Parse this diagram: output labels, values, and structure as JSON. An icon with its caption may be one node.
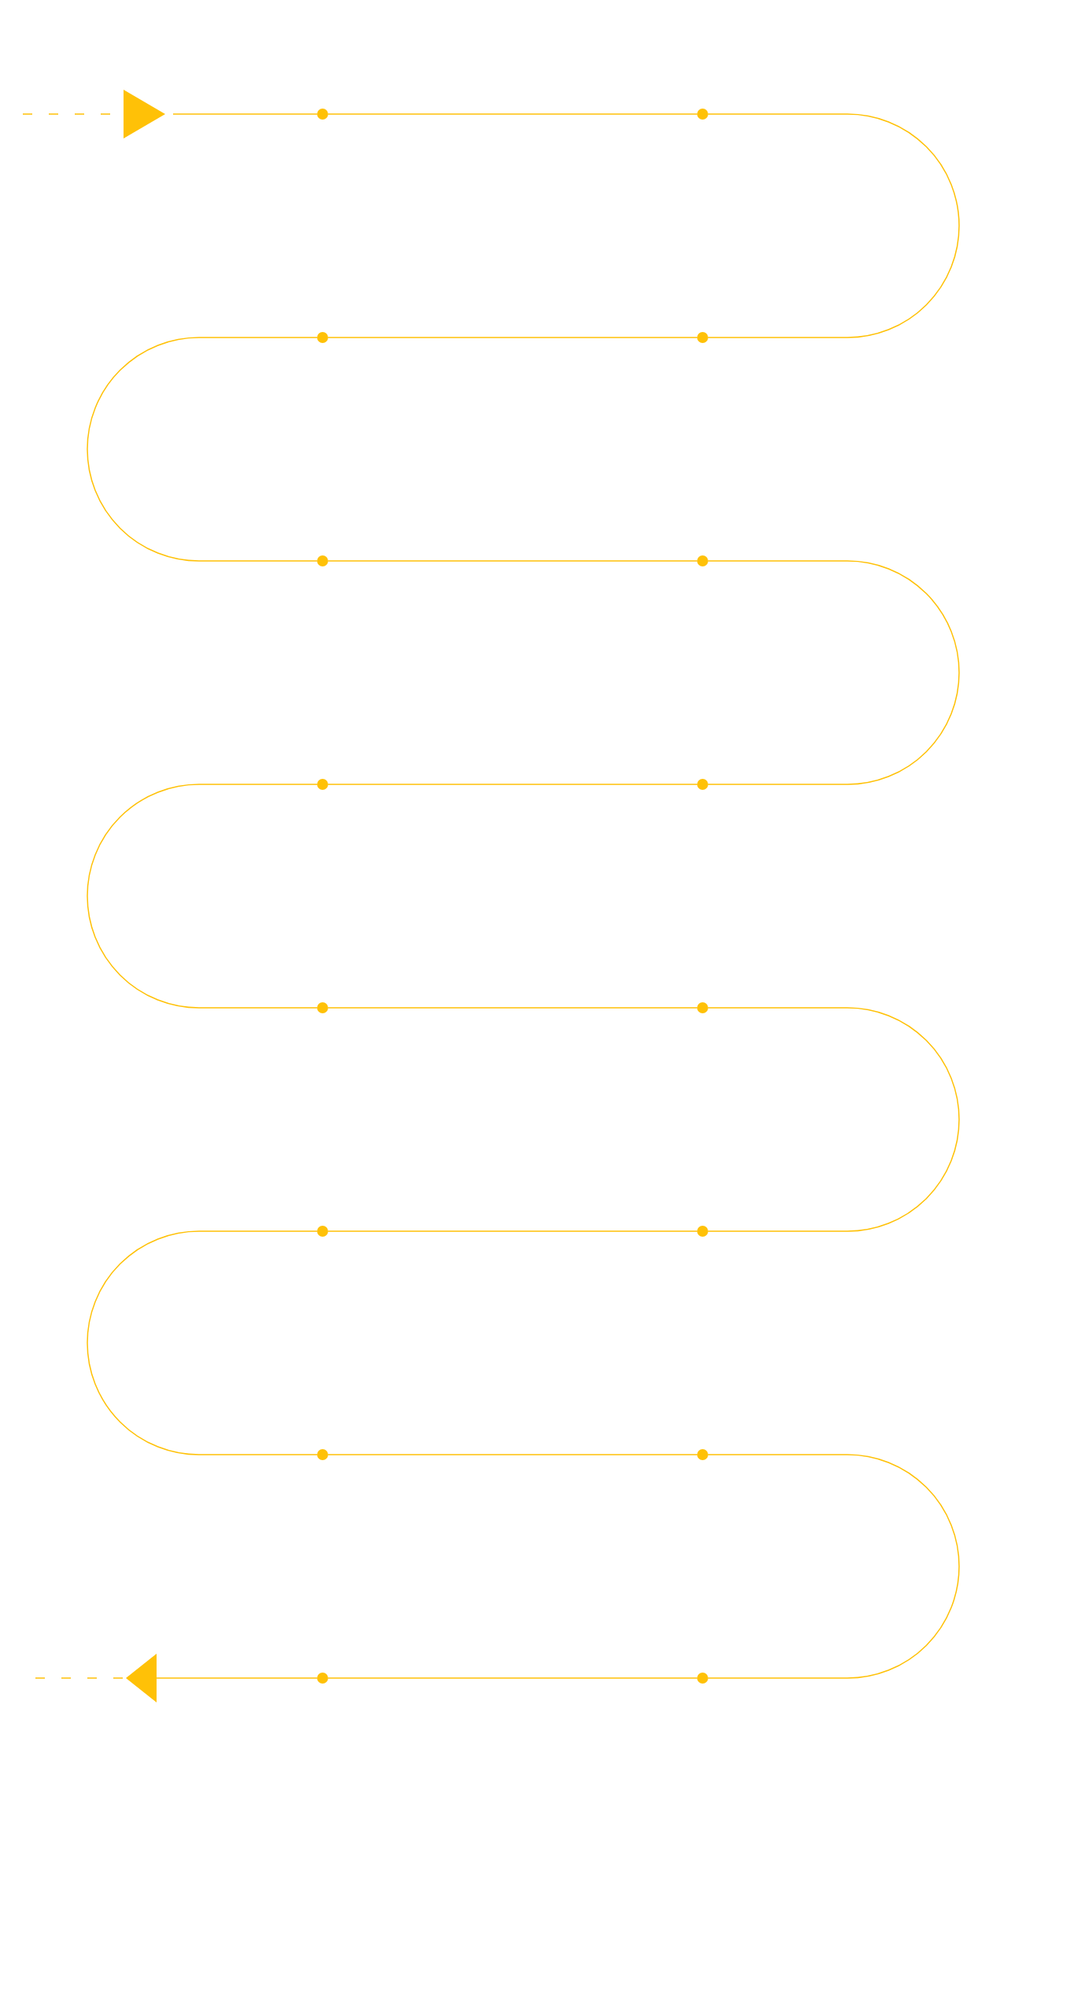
{
  "diagram": {
    "nodes": [
      {
        "text": [],
        "shape": "triangle"
      },
      {
        "text": [],
        "shape": "circle"
      },
      {
        "text": [],
        "shape": "circle"
      },
      {
        "text": [],
        "shape": "circle"
      },
      {
        "text": [],
        "shape": "circle"
      },
      {
        "text": [],
        "shape": "circle"
      },
      {
        "text": [],
        "shape": "circle"
      },
      {
        "text": [],
        "shape": "circle"
      },
      {
        "text": [],
        "shape": "circle"
      },
      {
        "text": [],
        "shape": "circle"
      },
      {
        "text": [],
        "shape": "circle"
      },
      {
        "text": [],
        "shape": "circle"
      },
      {
        "text": [],
        "shape": "circle"
      },
      {
        "text": [],
        "shape": "circle"
      },
      {
        "text": [],
        "shape": "circle"
      },
      {
        "text": [],
        "shape": "circle"
      },
      {
        "text": [],
        "shape": "circle"
      },
      {
        "text": [],
        "shape": "triangle"
      }
    ],
    "edges": [
      {
        "from": null,
        "to": 0,
        "arrow": "none",
        "style": "dashed"
      },
      {
        "from": 0,
        "to": 1,
        "arrow": "none"
      },
      {
        "from": 1,
        "to": 2,
        "arrow": "none"
      },
      {
        "from": 2,
        "to": 4,
        "arrow": "none"
      },
      {
        "from": 4,
        "to": 3,
        "arrow": "none"
      },
      {
        "from": 3,
        "to": 5,
        "arrow": "none"
      },
      {
        "from": 5,
        "to": 6,
        "arrow": "none"
      },
      {
        "from": 6,
        "to": 8,
        "arrow": "none"
      },
      {
        "from": 8,
        "to": 7,
        "arrow": "none"
      },
      {
        "from": 7,
        "to": 9,
        "arrow": "none"
      },
      {
        "from": 9,
        "to": 10,
        "arrow": "none"
      },
      {
        "from": 10,
        "to": 12,
        "arrow": "none"
      },
      {
        "from": 12,
        "to": 11,
        "arrow": "none"
      },
      {
        "from": 11,
        "to": 13,
        "arrow": "none"
      },
      {
        "from": 13,
        "to": 14,
        "arrow": "none"
      },
      {
        "from": 14,
        "to": 16,
        "arrow": "none"
      },
      {
        "from": 16,
        "to": 15,
        "arrow": "none"
      },
      {
        "from": 15,
        "to": 17,
        "arrow": "none"
      },
      {
        "from": 17,
        "to": null,
        "arrow": "none",
        "style": "dashed"
      }
    ]
  }
}
